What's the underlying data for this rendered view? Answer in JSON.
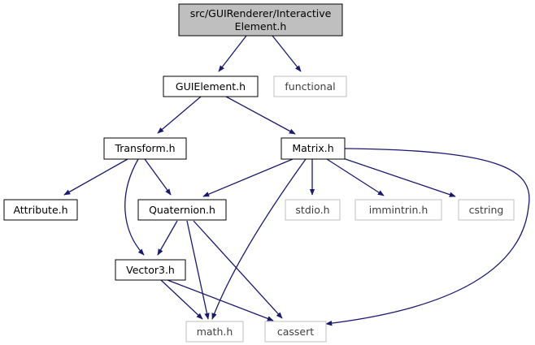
{
  "colors": {
    "edge": "#191970",
    "node_border": "#000000",
    "node_border_external": "#bfbfbf",
    "text": "#000000",
    "text_external": "#3f3f3f",
    "root_fill": "#bfbfbf",
    "fill": "#ffffff"
  },
  "nodes": {
    "root": {
      "lines": [
        "src/GUIRenderer/Interactive",
        "Element.h"
      ],
      "kind": "root"
    },
    "guielement": {
      "label": "GUIElement.h",
      "kind": "local"
    },
    "functional": {
      "label": "functional",
      "kind": "external"
    },
    "transform": {
      "label": "Transform.h",
      "kind": "local"
    },
    "matrix": {
      "label": "Matrix.h",
      "kind": "local"
    },
    "attribute": {
      "label": "Attribute.h",
      "kind": "local"
    },
    "quaternion": {
      "label": "Quaternion.h",
      "kind": "local"
    },
    "stdio": {
      "label": "stdio.h",
      "kind": "external"
    },
    "immintrin": {
      "label": "immintrin.h",
      "kind": "external"
    },
    "cstring": {
      "label": "cstring",
      "kind": "external"
    },
    "vector3": {
      "label": "Vector3.h",
      "kind": "local"
    },
    "math": {
      "label": "math.h",
      "kind": "external"
    },
    "cassert": {
      "label": "cassert",
      "kind": "external"
    }
  },
  "edges": [
    [
      "root",
      "guielement"
    ],
    [
      "root",
      "functional"
    ],
    [
      "guielement",
      "transform"
    ],
    [
      "guielement",
      "matrix"
    ],
    [
      "transform",
      "attribute"
    ],
    [
      "transform",
      "quaternion"
    ],
    [
      "transform",
      "vector3"
    ],
    [
      "matrix",
      "quaternion"
    ],
    [
      "matrix",
      "stdio"
    ],
    [
      "matrix",
      "immintrin"
    ],
    [
      "matrix",
      "cstring"
    ],
    [
      "matrix",
      "math"
    ],
    [
      "matrix",
      "cassert"
    ],
    [
      "quaternion",
      "vector3"
    ],
    [
      "quaternion",
      "math"
    ],
    [
      "quaternion",
      "cassert"
    ],
    [
      "vector3",
      "math"
    ],
    [
      "vector3",
      "cassert"
    ]
  ]
}
